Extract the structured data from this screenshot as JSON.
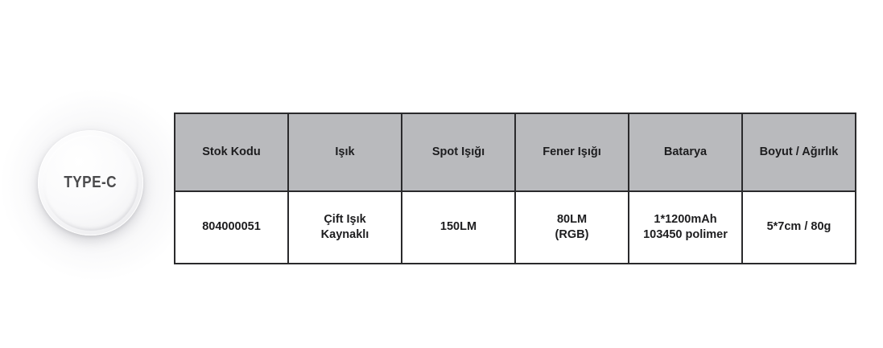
{
  "badge": {
    "label": "TYPE-C"
  },
  "table": {
    "headers": [
      "Stok Kodu",
      "Işık",
      "Spot Işığı",
      "Fener Işığı",
      "Batarya",
      "Boyut / Ağırlık"
    ],
    "rows": [
      {
        "stok_kodu": [
          "804000051"
        ],
        "isik": [
          "Çift Işık",
          "Kaynaklı"
        ],
        "spot_isigi": [
          "150LM"
        ],
        "fener_isigi": [
          "80LM",
          "(RGB)"
        ],
        "batarya": [
          "1*1200mAh",
          "103450 polimer"
        ],
        "boyut_agirlik": [
          "5*7cm / 80g"
        ]
      }
    ]
  },
  "colors": {
    "header_fill": "#b9babd",
    "border": "#2a2a2c",
    "body_fill": "#ffffff",
    "text": "#1d1d1f",
    "badge_text": "#4b4b4d",
    "page_background": "#ffffff"
  }
}
